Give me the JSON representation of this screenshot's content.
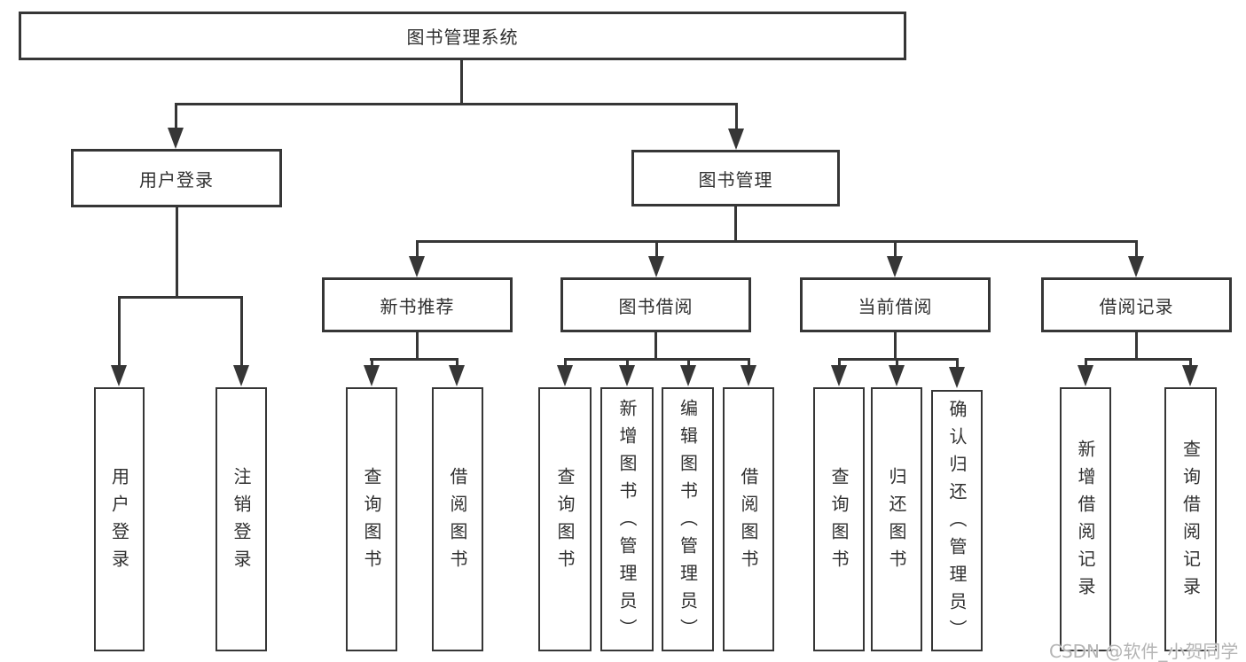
{
  "diagram": {
    "root": {
      "label": "图书管理系统"
    },
    "branches": [
      {
        "label": "用户登录",
        "children": [
          {
            "label": "用户登录"
          },
          {
            "label": "注销登录"
          }
        ]
      },
      {
        "label": "图书管理",
        "children": [
          {
            "label": "新书推荐",
            "children": [
              {
                "label": "查询图书"
              },
              {
                "label": "借阅图书"
              }
            ]
          },
          {
            "label": "图书借阅",
            "children": [
              {
                "label": "查询图书"
              },
              {
                "label": "新增图书（管理员）"
              },
              {
                "label": "编辑图书（管理员）"
              },
              {
                "label": "借阅图书"
              }
            ]
          },
          {
            "label": "当前借阅",
            "children": [
              {
                "label": "查询图书"
              },
              {
                "label": "归还图书"
              },
              {
                "label": "确认归还（管理员）"
              }
            ]
          },
          {
            "label": "借阅记录",
            "children": [
              {
                "label": "新增借阅记录"
              },
              {
                "label": "查询借阅记录"
              }
            ]
          }
        ]
      }
    ]
  },
  "watermark": {
    "text": "CSDN @软件_小贺同学"
  },
  "colors": {
    "line": "#363636",
    "text": "#303030",
    "background": "#ffffff",
    "watermark": "#b5b5b5"
  }
}
